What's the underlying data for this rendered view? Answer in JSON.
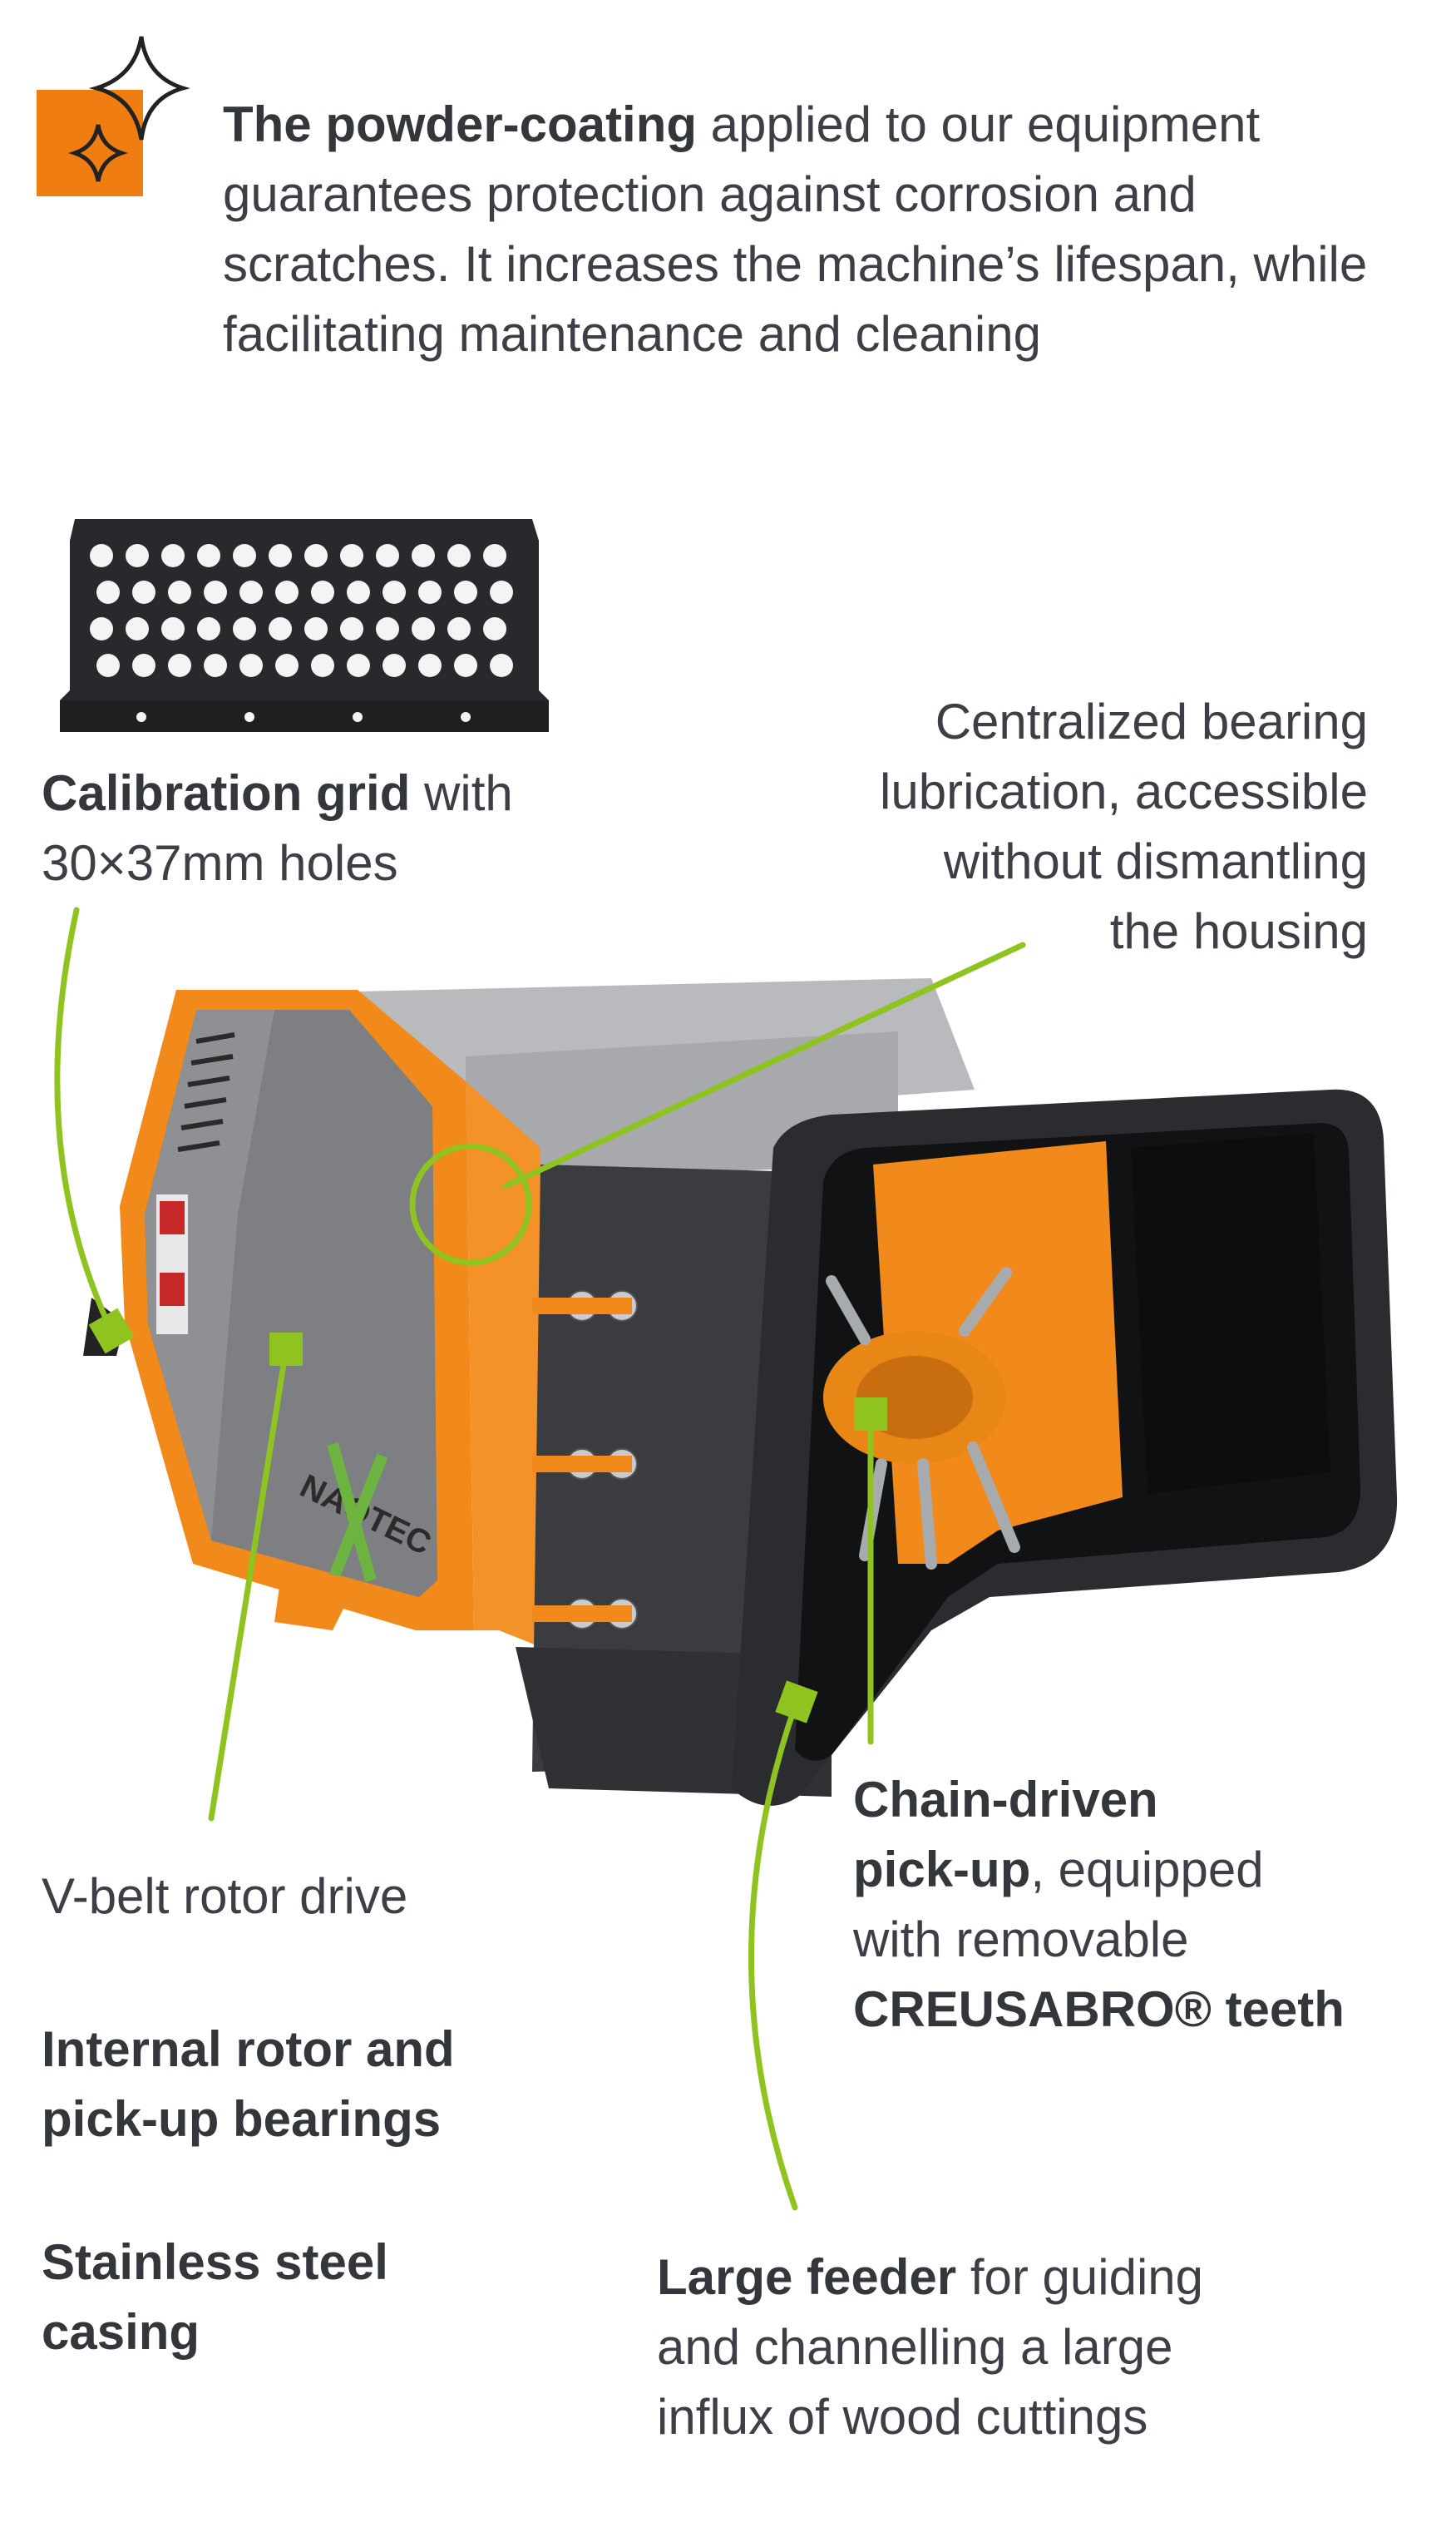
{
  "intro": {
    "bold": "The powder-coating",
    "text": " applied to our equipment guarantees protection against corrosion and scratches. It increases the machine’s lifespan, while facilitating maintenance and cleaning"
  },
  "labels": {
    "grid": {
      "bold": "Calibration grid",
      "text1": " with",
      "text2": "30×37mm holes"
    },
    "lube": {
      "line1": "Centralized bearing",
      "line2": "lubrication, accessible",
      "line3": "without dismantling",
      "line4": "the housing"
    },
    "vbelt": {
      "text": "V-belt rotor drive"
    },
    "bearings": {
      "line1": "Internal rotor and",
      "line2": "pick-up bearings"
    },
    "casing": {
      "line1": "Stainless steel",
      "line2": "casing"
    },
    "chain": {
      "bold1": "Chain-driven",
      "bold2": "pick-up",
      "text1": ", equipped",
      "text2": "with removable",
      "bold3": "CREUSABRO® teeth"
    },
    "feeder": {
      "bold": "Large feeder",
      "text1": " for guiding",
      "line2": "and channelling a large",
      "line3": "influx of wood cuttings"
    }
  },
  "machine": {
    "logo": "NAOTEC"
  },
  "colors": {
    "accent": "#f07d12",
    "callout": "#8fc31f",
    "text": "#3c4046",
    "steel": "#8d8f92",
    "orange": "#f18a1a"
  }
}
